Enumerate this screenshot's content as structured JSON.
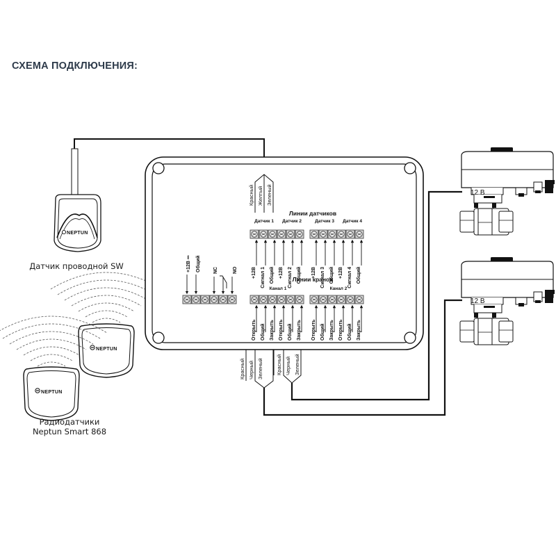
{
  "title": "СХЕМА ПОДКЛЮЧЕНИЯ:",
  "wired_sensor": {
    "caption": "Датчик проводной SW",
    "brand": "NEPTUN"
  },
  "radio_sensors": {
    "caption_line1": "Радиодатчики",
    "caption_line2": "Neptun Smart 868",
    "brand": "NEPTUN"
  },
  "sensor_wires": [
    "Красный",
    "Желтый",
    "Зеленый"
  ],
  "sensor_lines": {
    "heading": "Линии датчиков",
    "groups": [
      "Датчик 1",
      "Датчик 2",
      "Датчик 3",
      "Датчик 4"
    ],
    "terminals": [
      "+12В",
      "Сигнал 1",
      "Общий",
      "+12В",
      "Сигнал 2",
      "Общий",
      "+12В",
      "Сигнал 3",
      "Общий",
      "+12В",
      "Сигнал 4",
      "Общий"
    ]
  },
  "power_block": {
    "terminals": [
      "+12В ⎓",
      "Общий"
    ],
    "relay": [
      "NC",
      "NO"
    ]
  },
  "valve_lines": {
    "heading": "Линии кранов",
    "channels": [
      "Канал 1",
      "Канал 2"
    ],
    "terminals": [
      "Открыть",
      "Общий",
      "Закрыть",
      "Открыть",
      "Общий",
      "Закрыть",
      "Открыть",
      "Общий",
      "Закрыть",
      "Открыть",
      "Общий",
      "Закрыть"
    ]
  },
  "valve_wires_1": [
    "Красный",
    "Черный",
    "Зеленый"
  ],
  "valve_wires_2": [
    "Красный",
    "Черный",
    "Зеленый"
  ],
  "valves": [
    {
      "voltage": "12 В"
    },
    {
      "voltage": "12 В"
    }
  ]
}
